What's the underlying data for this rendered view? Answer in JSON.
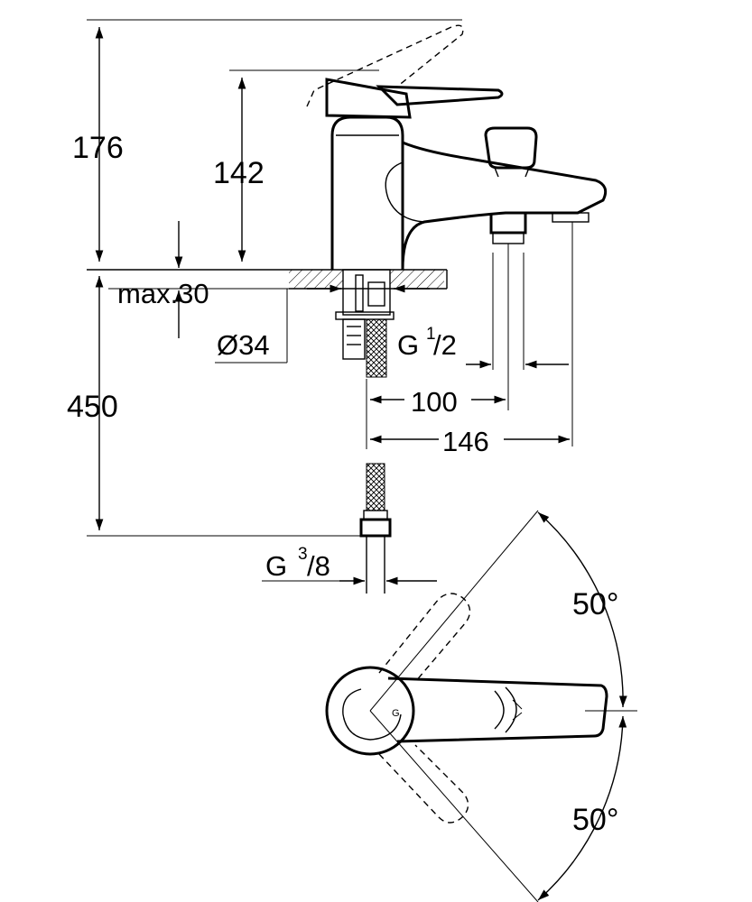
{
  "labels": {
    "height_total": "176",
    "height_spout": "142",
    "deck_max": "max.30",
    "hole_diameter": "Ø34",
    "hose_length": "450",
    "spout_reach": "100",
    "total_reach": "146",
    "thread_outlet": {
      "main": "G",
      "sup": "1",
      "sub": "/2"
    },
    "thread_inlet": {
      "main": "G",
      "sup": "3",
      "sub": "/8"
    },
    "angle_top": "50°",
    "angle_bottom": "50°"
  }
}
